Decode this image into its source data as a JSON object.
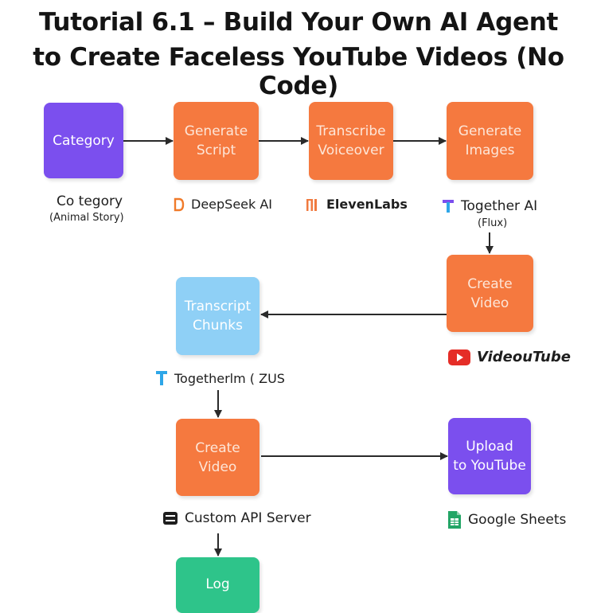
{
  "title": {
    "line1": "Tutorial 6.1 – Build Your Own AI Agent",
    "line2": "to Create Faceless YouTube Videos (No Code)"
  },
  "nodes": {
    "category": {
      "line1": "Category",
      "line2": ""
    },
    "generate_script": {
      "line1": "Generate",
      "line2": "Script"
    },
    "transcribe_voiceover": {
      "line1": "Transcribe",
      "line2": "Voiceover"
    },
    "generate_images": {
      "line1": "Generate",
      "line2": "Images"
    },
    "create_video_top": {
      "line1": "Create",
      "line2": "Video"
    },
    "transcript_chunks": {
      "line1": "Transcript",
      "line2": "Chunks"
    },
    "create_video_bottom": {
      "line1": "Create",
      "line2": "Video"
    },
    "upload_youtube": {
      "line1": "Upload",
      "line2": "to YouTube"
    },
    "log": {
      "line1": "Log",
      "line2": ""
    }
  },
  "labels": {
    "category_title": "Co tegory",
    "category_sub": "(Animal Story)",
    "deepseek": "DeepSeek AI",
    "elevenlabs": "ElevenLabs",
    "together_ai": "Together AI",
    "together_sub": "(Flux)",
    "youtube": "VideouTube",
    "together_chunks": "Togetherlm ( ZUS",
    "custom_api": "Custom API Server",
    "google_sheets": "Google Sheets"
  },
  "colors": {
    "orange": "#f5793f",
    "purple": "#7b4fee",
    "blue": "#8fd0f6",
    "green": "#2ec48a",
    "arrow": "#2a2a2a"
  },
  "icons": {
    "deepseek": "deepseek-logo-icon",
    "elevenlabs": "elevenlabs-logo-icon",
    "together_ai": "together-ai-logo-icon",
    "youtube": "youtube-play-icon",
    "custom_api": "server-icon",
    "google_sheets": "google-sheets-icon"
  }
}
